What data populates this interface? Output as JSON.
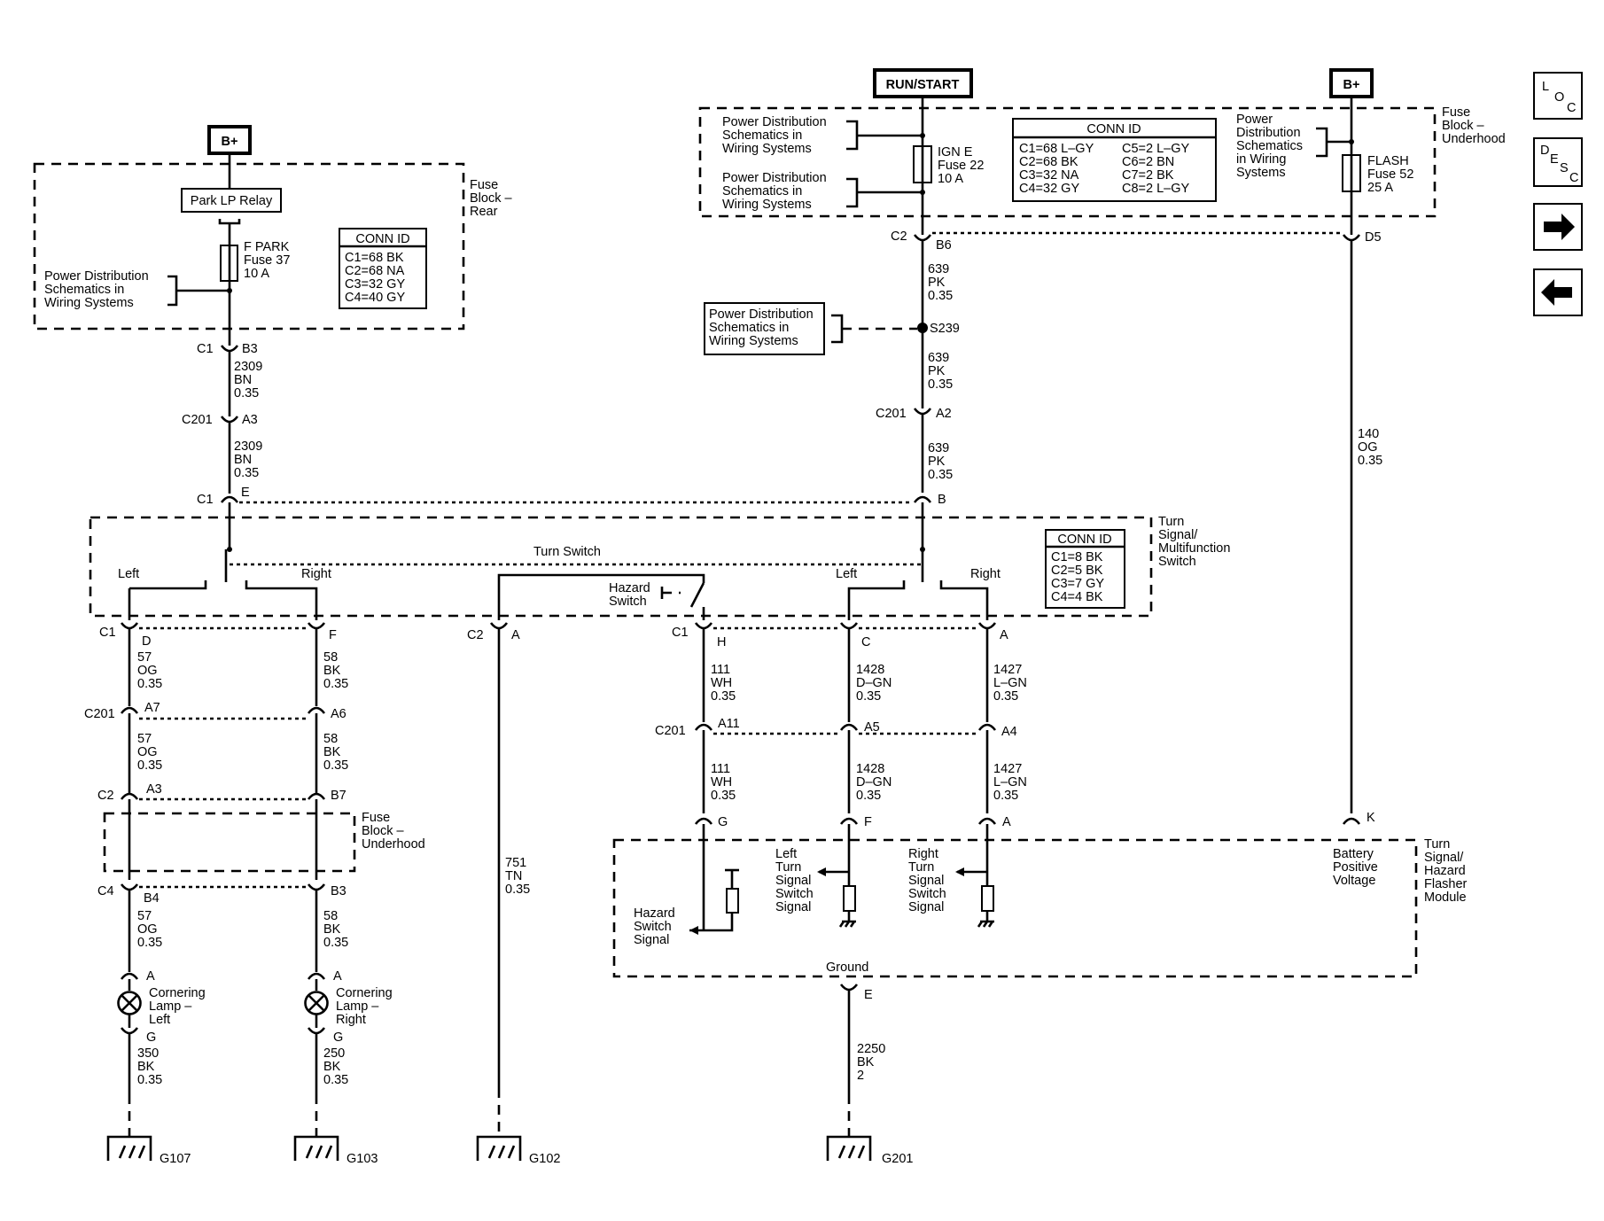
{
  "power": {
    "bplus_left": "B+",
    "run_start": "RUN/START",
    "bplus_right": "B+"
  },
  "nav": {
    "loc": "L O C",
    "desc": "D E S C"
  },
  "fuse_block_rear": {
    "title_lines": [
      "Fuse",
      "Block –",
      "Rear"
    ],
    "relay": "Park LP Relay",
    "fuse_lines": [
      "F PARK",
      "Fuse 37",
      "10 A"
    ],
    "pd_lines": [
      "Power Distribution",
      "Schematics in",
      "Wiring Systems"
    ],
    "conn_title": "CONN ID",
    "conn_items": [
      "C1=68 BK",
      "C2=68 NA",
      "C3=32 GY",
      "C4=40 GY"
    ]
  },
  "fuse_block_underhood": {
    "title_lines": [
      "Fuse",
      "Block –",
      "Underhood"
    ],
    "pd1_lines": [
      "Power Distribution",
      "Schematics in",
      "Wiring Systems"
    ],
    "pd2_lines": [
      "Power Distribution",
      "Schematics in",
      "Wiring Systems"
    ],
    "pd3_lines": [
      "Power",
      "Distribution",
      "Schematics",
      "in Wiring",
      "Systems"
    ],
    "fuse_ign_lines": [
      "IGN E",
      "Fuse 22",
      "10 A"
    ],
    "fuse_flash_lines": [
      "FLASH",
      "Fuse 52",
      "25 A"
    ],
    "conn_title": "CONN ID",
    "conn_left": [
      "C1=68 L–GY",
      "C2=68 BK",
      "C3=32 NA",
      "C4=32 GY"
    ],
    "conn_right": [
      "C5=2 L–GY",
      "C6=2 BN",
      "C7=2 BK",
      "C8=2 L–GY"
    ]
  },
  "splice": {
    "pd_lines": [
      "Power Distribution",
      "Schematics in",
      "Wiring Systems"
    ],
    "id": "S239"
  },
  "turn_switch": {
    "title_lines": [
      "Turn",
      "Signal/",
      "Multifunction",
      "Switch"
    ],
    "turn_switch": "Turn Switch",
    "left1": "Left",
    "right1": "Right",
    "left2": "Left",
    "right2": "Right",
    "hazard_lines": [
      "Hazard",
      "Switch"
    ],
    "conn_title": "CONN ID",
    "conn_items": [
      "C1=8 BK",
      "C2=5 BK",
      "C3=7 GY",
      "C4=4 BK"
    ]
  },
  "fuse_block_underhood2": {
    "title_lines": [
      "Fuse",
      "Block –",
      "Underhood"
    ]
  },
  "flasher": {
    "title_lines": [
      "Turn",
      "Signal/",
      "Hazard",
      "Flasher",
      "Module"
    ],
    "hazard_sig": [
      "Hazard",
      "Switch",
      "Signal"
    ],
    "left_sig": [
      "Left",
      "Turn",
      "Signal",
      "Switch",
      "Signal"
    ],
    "right_sig": [
      "Right",
      "Turn",
      "Signal",
      "Switch",
      "Signal"
    ],
    "battery": [
      "Battery",
      "Positive",
      "Voltage"
    ],
    "ground": "Ground"
  },
  "lamps": {
    "left": [
      "Cornering",
      "Lamp –",
      "Left"
    ],
    "right": [
      "Cornering",
      "Lamp –",
      "Right"
    ]
  },
  "grounds": [
    "G107",
    "G103",
    "G102",
    "G201"
  ],
  "connectors": {
    "c1b3": [
      "C1",
      "B3"
    ],
    "c201a3": [
      "C201",
      "A3"
    ],
    "c1e": [
      "C1",
      "E"
    ],
    "c2b6": [
      "C2",
      "B6"
    ],
    "d5": "D5",
    "c201a2": [
      "C201",
      "A2"
    ],
    "b": "B",
    "c1d": [
      "C1",
      "D"
    ],
    "f": "F",
    "c2a": [
      "C2",
      "A"
    ],
    "c1h": [
      "C1",
      "H"
    ],
    "c": "C",
    "a": "A",
    "c201a7": [
      "C201",
      "A7"
    ],
    "a6": "A6",
    "c201a11": [
      "C201",
      "A11"
    ],
    "a5": "A5",
    "a4": "A4",
    "c2a3": [
      "C2",
      "A3"
    ],
    "b7": "B7",
    "c4b4": [
      "C4",
      "B4"
    ],
    "b3": "B3",
    "g": "G",
    "f2": "F",
    "a2": "A",
    "k": "K",
    "lampA1": "A",
    "lampG1": "G",
    "lampA2": "A",
    "lampG2": "G",
    "e": "E"
  },
  "wires": {
    "w2309a": [
      "2309",
      "BN",
      "0.35"
    ],
    "w2309b": [
      "2309",
      "BN",
      "0.35"
    ],
    "w639a": [
      "639",
      "PK",
      "0.35"
    ],
    "w639b": [
      "639",
      "PK",
      "0.35"
    ],
    "w639c": [
      "639",
      "PK",
      "0.35"
    ],
    "w140": [
      "140",
      "OG",
      "0.35"
    ],
    "w57a": [
      "57",
      "OG",
      "0.35"
    ],
    "w57b": [
      "57",
      "OG",
      "0.35"
    ],
    "w57c": [
      "57",
      "OG",
      "0.35"
    ],
    "w58a": [
      "58",
      "BK",
      "0.35"
    ],
    "w58b": [
      "58",
      "BK",
      "0.35"
    ],
    "w58c": [
      "58",
      "BK",
      "0.35"
    ],
    "w751": [
      "751",
      "TN",
      "0.35"
    ],
    "w111a": [
      "111",
      "WH",
      "0.35"
    ],
    "w111b": [
      "111",
      "WH",
      "0.35"
    ],
    "w1428a": [
      "1428",
      "D–GN",
      "0.35"
    ],
    "w1428b": [
      "1428",
      "D–GN",
      "0.35"
    ],
    "w1427a": [
      "1427",
      "L–GN",
      "0.35"
    ],
    "w1427b": [
      "1427",
      "L–GN",
      "0.35"
    ],
    "w350": [
      "350",
      "BK",
      "0.35"
    ],
    "w250": [
      "250",
      "BK",
      "0.35"
    ],
    "w2250": [
      "2250",
      "BK",
      "2"
    ]
  }
}
